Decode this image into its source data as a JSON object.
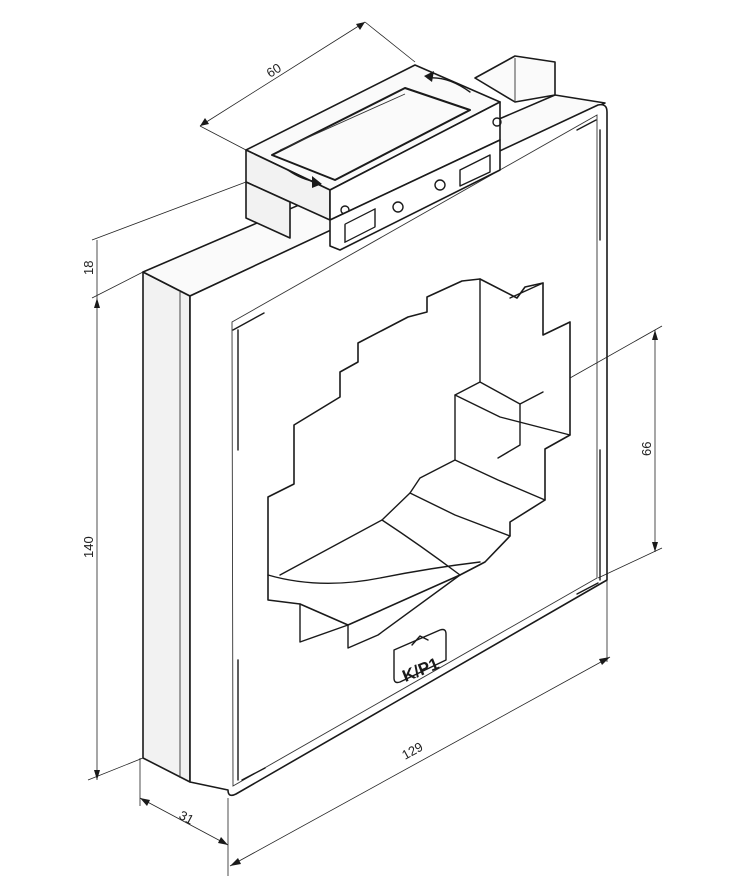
{
  "dimensions": {
    "top_depth": "60",
    "terminal_height": "18",
    "height": "140",
    "window_height": "66",
    "width": "129",
    "depth": "31"
  },
  "logo": {
    "text": "K/P1"
  },
  "colors": {
    "line": "#1a1a1a",
    "background": "#ffffff"
  }
}
